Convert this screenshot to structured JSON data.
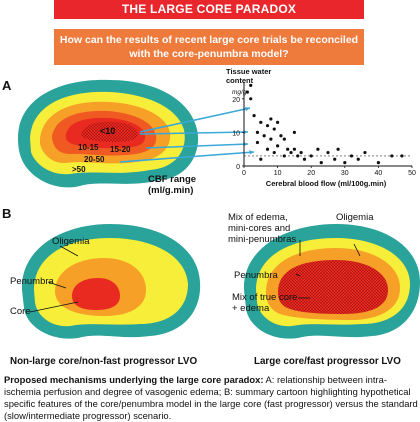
{
  "title": "THE LARGE CORE PARADOX",
  "question": "How can the results of recent large core trials be reconciled with the core-penumbra model?",
  "panel_a": {
    "letter": "A",
    "cbf_levels": [
      "<10",
      "10-15",
      "15-20",
      "20-50",
      ">50"
    ],
    "cbf_range_label": "CBF range\n(ml/g.min)",
    "chart": {
      "ylabel_line1": "Tissue water",
      "ylabel_line2": "content",
      "yunit": "mg/g",
      "xlabel": "Cerebral blood flow (ml/100g.min)",
      "yticks": [
        "0",
        "10",
        "20"
      ],
      "xticks": [
        "0",
        "10",
        "20",
        "30",
        "40",
        "50"
      ]
    },
    "arrow_color": "#3aa8d8"
  },
  "panel_b": {
    "letter": "B",
    "left": {
      "labels": {
        "oligemia": "Oligemia",
        "penumbra": "Penumbra",
        "core": "Core"
      },
      "caption": "Non-large core/non-fast progressor LVO"
    },
    "right": {
      "labels": {
        "mix_edema": "Mix of edema,\nmini-cores and\nmini-penumbras",
        "oligemia": "Oligemia",
        "penumbra": "Penumbra",
        "mix_core": "Mix of true core\n+ edema"
      },
      "caption": "Large core/fast progressor LVO"
    }
  },
  "caption": {
    "bold_lead": "Proposed mechanisms underlying the large core paradox:",
    "text_a": " A: relationship between intra-ischemia perfusion and degree of vasogenic edema; ",
    "text_b": "B: summary cartoon highlighting hypothetical specific features of the core/penumbra model in the large core (fast progressor) versus the standard (slow/intermediate progressor) scenario."
  },
  "colors": {
    "title_bg": "#e8262b",
    "question_bg": "#ee7a3c",
    "brain_outer": "#2aa39a",
    "oligemia": "#f7ee3a",
    "penumbra": "#f6a028",
    "core": "#e82a20"
  },
  "chart_data": {
    "type": "scatter",
    "xlabel": "Cerebral blood flow (ml/100g.min)",
    "ylabel": "Tissue water content mg/g",
    "xlim": [
      0,
      50
    ],
    "ylim": [
      0,
      25
    ],
    "reference_line_y": 3,
    "points": [
      {
        "x": 1,
        "y": 22
      },
      {
        "x": 2,
        "y": 24
      },
      {
        "x": 2,
        "y": 20
      },
      {
        "x": 3,
        "y": 15
      },
      {
        "x": 4,
        "y": 10
      },
      {
        "x": 4,
        "y": 7
      },
      {
        "x": 5,
        "y": 13
      },
      {
        "x": 5,
        "y": 2
      },
      {
        "x": 6,
        "y": 9
      },
      {
        "x": 7,
        "y": 12
      },
      {
        "x": 7,
        "y": 5
      },
      {
        "x": 8,
        "y": 14
      },
      {
        "x": 8,
        "y": 8
      },
      {
        "x": 9,
        "y": 11
      },
      {
        "x": 9,
        "y": 4
      },
      {
        "x": 10,
        "y": 13
      },
      {
        "x": 10,
        "y": 6
      },
      {
        "x": 11,
        "y": 9
      },
      {
        "x": 12,
        "y": 8
      },
      {
        "x": 12,
        "y": 3
      },
      {
        "x": 13,
        "y": 5
      },
      {
        "x": 14,
        "y": 4
      },
      {
        "x": 15,
        "y": 10
      },
      {
        "x": 15,
        "y": 5
      },
      {
        "x": 16,
        "y": 3
      },
      {
        "x": 17,
        "y": 4
      },
      {
        "x": 18,
        "y": 2
      },
      {
        "x": 20,
        "y": 3
      },
      {
        "x": 22,
        "y": 5
      },
      {
        "x": 23,
        "y": 1
      },
      {
        "x": 25,
        "y": 4
      },
      {
        "x": 27,
        "y": 2
      },
      {
        "x": 28,
        "y": 5
      },
      {
        "x": 30,
        "y": 1
      },
      {
        "x": 32,
        "y": 3
      },
      {
        "x": 34,
        "y": 2
      },
      {
        "x": 36,
        "y": 4
      },
      {
        "x": 40,
        "y": 1
      },
      {
        "x": 44,
        "y": 3
      },
      {
        "x": 47,
        "y": 3
      }
    ]
  }
}
